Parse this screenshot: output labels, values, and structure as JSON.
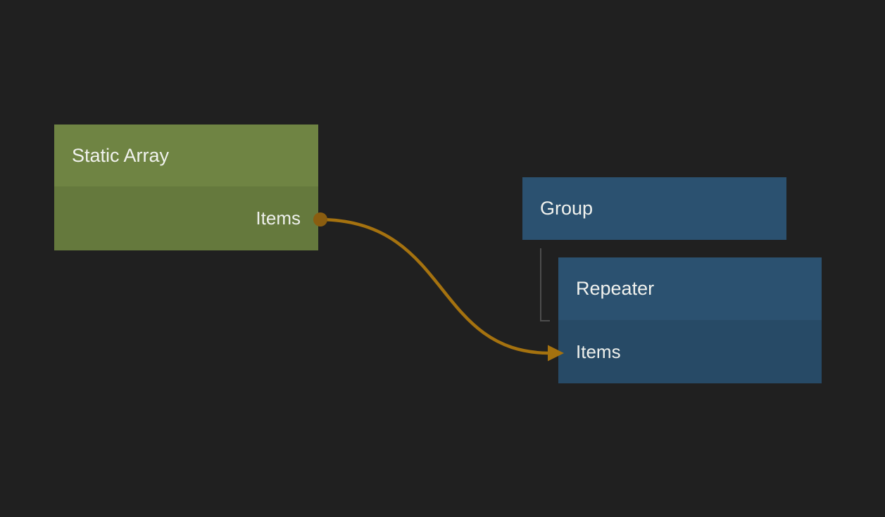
{
  "app": {
    "background": "#202020"
  },
  "nodes": {
    "static_array": {
      "title": "Static Array",
      "header_color": "#6f8443",
      "body_color": "#65793d",
      "output_port": {
        "label": "Items",
        "port_color": "#8a5d10"
      }
    },
    "group": {
      "title": "Group",
      "header_color": "#2b5170"
    },
    "repeater": {
      "title": "Repeater",
      "header_color": "#2b5170",
      "body_color": "#274a66",
      "input_port": {
        "label": "Items"
      }
    }
  },
  "connections": {
    "wire": {
      "from": "Static Array / Items",
      "to": "Repeater / Items",
      "color": "#a5720f"
    },
    "hierarchy": {
      "from": "Group",
      "to": "Repeater",
      "color": "#4d4d4d"
    }
  }
}
